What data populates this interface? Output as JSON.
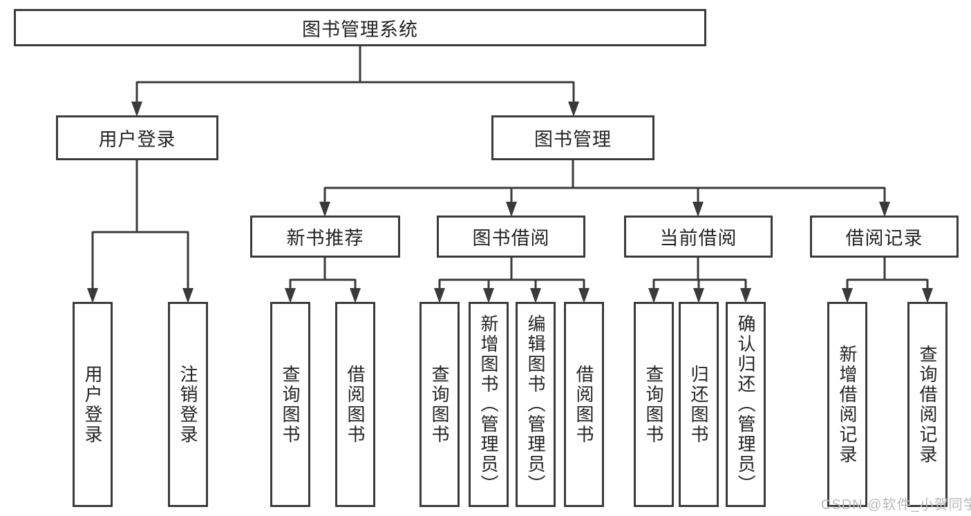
{
  "tree": {
    "root": "图书管理系统",
    "branches": [
      {
        "label": "用户登录",
        "children": [
          "用户登录",
          "注销登录"
        ]
      },
      {
        "label": "图书管理",
        "groups": [
          {
            "label": "新书推荐",
            "children": [
              "查询图书",
              "借阅图书"
            ]
          },
          {
            "label": "图书借阅",
            "children": [
              "查询图书",
              "新增图书（管理员）",
              "编辑图书（管理员）",
              "借阅图书"
            ]
          },
          {
            "label": "当前借阅",
            "children": [
              "查询图书",
              "归还图书",
              "确认归还（管理员）"
            ]
          },
          {
            "label": "借阅记录",
            "children": [
              "新增借阅记录",
              "查询借阅记录"
            ]
          }
        ]
      }
    ]
  },
  "watermark": "CSDN @软件_小贺同学",
  "colors": {
    "line": "#3a3a3a",
    "box_border": "#3a3a3a",
    "text": "#232323",
    "background": "#ffffff",
    "watermark": "#b9b9b9"
  }
}
